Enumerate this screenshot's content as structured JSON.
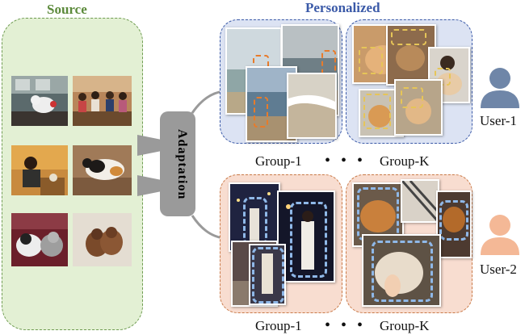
{
  "source": {
    "title": "Source",
    "title_color": "#5c8a3b"
  },
  "personalized": {
    "title": "Personalized",
    "title_color": "#3b5aa8"
  },
  "adaptation": {
    "label": "Adaptation"
  },
  "rows": [
    {
      "user": "User-1",
      "group_left": "Group-1",
      "dots": "• • •",
      "group_right": "Group-K",
      "accent": "#6f86a8"
    },
    {
      "user": "User-2",
      "group_left": "Group-1",
      "dots": "• • •",
      "group_right": "Group-K",
      "accent": "#f4b896"
    }
  ]
}
